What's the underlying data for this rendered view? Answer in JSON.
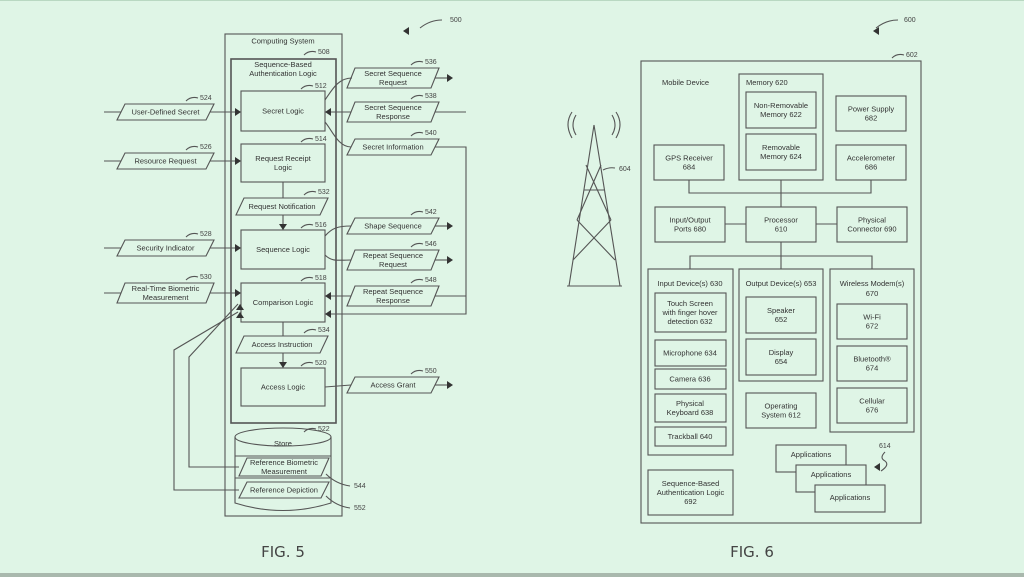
{
  "figures": {
    "fig5": {
      "label": "FIG. 5",
      "ref": "500",
      "computing_system": {
        "title": "Computing System"
      },
      "auth_logic": {
        "title_line1": "Sequence-Based",
        "title_line2": "Authentication Logic",
        "ref": "508"
      },
      "logic_blocks": [
        {
          "id": "secret-logic",
          "lines": [
            "Secret Logic"
          ],
          "ref": "512"
        },
        {
          "id": "request-receipt-logic",
          "lines": [
            "Request Receipt",
            "Logic"
          ],
          "ref": "514"
        },
        {
          "id": "sequence-logic",
          "lines": [
            "Sequence Logic"
          ],
          "ref": "516"
        },
        {
          "id": "comparison-logic",
          "lines": [
            "Comparison Logic"
          ],
          "ref": "518"
        },
        {
          "id": "access-logic",
          "lines": [
            "Access Logic"
          ],
          "ref": "520"
        }
      ],
      "internal_data": [
        {
          "id": "request-notification",
          "lines": [
            "Request Notification"
          ],
          "ref": "532"
        },
        {
          "id": "access-instruction",
          "lines": [
            "Access Instruction"
          ],
          "ref": "534"
        }
      ],
      "inputs_left": [
        {
          "id": "user-defined-secret",
          "lines": [
            "User-Defined Secret"
          ],
          "ref": "524"
        },
        {
          "id": "resource-request",
          "lines": [
            "Resource Request"
          ],
          "ref": "526"
        },
        {
          "id": "security-indicator",
          "lines": [
            "Security Indicator"
          ],
          "ref": "528"
        },
        {
          "id": "real-time-biometric",
          "lines": [
            "Real-Time Biometric",
            "Measurement"
          ],
          "ref": "530"
        }
      ],
      "outputs_right": [
        {
          "id": "secret-sequence-request",
          "lines": [
            "Secret Sequence",
            "Request"
          ],
          "ref": "536"
        },
        {
          "id": "secret-sequence-response",
          "lines": [
            "Secret Sequence",
            "Response"
          ],
          "ref": "538"
        },
        {
          "id": "secret-information",
          "lines": [
            "Secret Information"
          ],
          "ref": "540"
        },
        {
          "id": "shape-sequence",
          "lines": [
            "Shape Sequence"
          ],
          "ref": "542"
        },
        {
          "id": "repeat-sequence-request",
          "lines": [
            "Repeat Sequence",
            "Request"
          ],
          "ref": "546"
        },
        {
          "id": "repeat-sequence-response",
          "lines": [
            "Repeat Sequence",
            "Response"
          ],
          "ref": "548"
        },
        {
          "id": "access-grant",
          "lines": [
            "Access Grant"
          ],
          "ref": "550"
        }
      ],
      "store": {
        "title": "Store",
        "ref": "522",
        "items": [
          {
            "id": "reference-biometric",
            "lines": [
              "Reference Biometric",
              "Measurement"
            ],
            "ref": "544"
          },
          {
            "id": "reference-depiction",
            "lines": [
              "Reference Depiction"
            ],
            "ref": "552"
          }
        ]
      }
    },
    "fig6": {
      "label": "FIG. 6",
      "ref": "600",
      "device_ref": "602",
      "tower_ref": "604",
      "mobile_device": "Mobile Device",
      "memory": {
        "title": "Memory 620",
        "items": [
          {
            "id": "non-removable-memory",
            "lines": [
              "Non-Removable",
              "Memory  622"
            ]
          },
          {
            "id": "removable-memory",
            "lines": [
              "Removable",
              "Memory  624"
            ]
          }
        ]
      },
      "blocks": [
        {
          "id": "power-supply",
          "lines": [
            "Power Supply",
            "682"
          ]
        },
        {
          "id": "gps-receiver",
          "lines": [
            "GPS Receiver",
            "684"
          ]
        },
        {
          "id": "accelerometer",
          "lines": [
            "Accelerometer",
            "686"
          ]
        },
        {
          "id": "io-ports",
          "lines": [
            "Input/Output",
            "Ports 680"
          ]
        },
        {
          "id": "processor",
          "lines": [
            "Processor",
            "610"
          ]
        },
        {
          "id": "physical-connector",
          "lines": [
            "Physical",
            "Connector 690"
          ]
        },
        {
          "id": "operating-system",
          "lines": [
            "Operating",
            "System 612"
          ]
        },
        {
          "id": "seq-auth-logic",
          "lines": [
            "Sequence-Based",
            "Authentication Logic",
            "692"
          ]
        }
      ],
      "input_devices": {
        "title": "Input Device(s) 630",
        "items": [
          {
            "id": "touch-screen",
            "lines": [
              "Touch Screen",
              "with finger hover",
              "detection 632"
            ]
          },
          {
            "id": "microphone",
            "lines": [
              "Microphone 634"
            ]
          },
          {
            "id": "camera",
            "lines": [
              "Camera 636"
            ]
          },
          {
            "id": "physical-keyboard",
            "lines": [
              "Physical",
              "Keyboard 638"
            ]
          },
          {
            "id": "trackball",
            "lines": [
              "Trackball 640"
            ]
          }
        ]
      },
      "output_devices": {
        "title": "Output Device(s) 653",
        "items": [
          {
            "id": "speaker",
            "lines": [
              "Speaker",
              "652"
            ]
          },
          {
            "id": "display",
            "lines": [
              "Display",
              "654"
            ]
          }
        ]
      },
      "wireless_modems": {
        "title_line1": "Wireless Modem(s)",
        "title_line2": "670",
        "items": [
          {
            "id": "wifi",
            "lines": [
              "Wi-Fi",
              "672"
            ]
          },
          {
            "id": "bluetooth",
            "lines": [
              "Bluetooth®",
              "674"
            ]
          },
          {
            "id": "cellular",
            "lines": [
              "Cellular",
              "676"
            ]
          }
        ]
      },
      "applications": {
        "ref": "614",
        "labels": [
          "Applications",
          "Applications",
          "Applications"
        ]
      }
    }
  }
}
